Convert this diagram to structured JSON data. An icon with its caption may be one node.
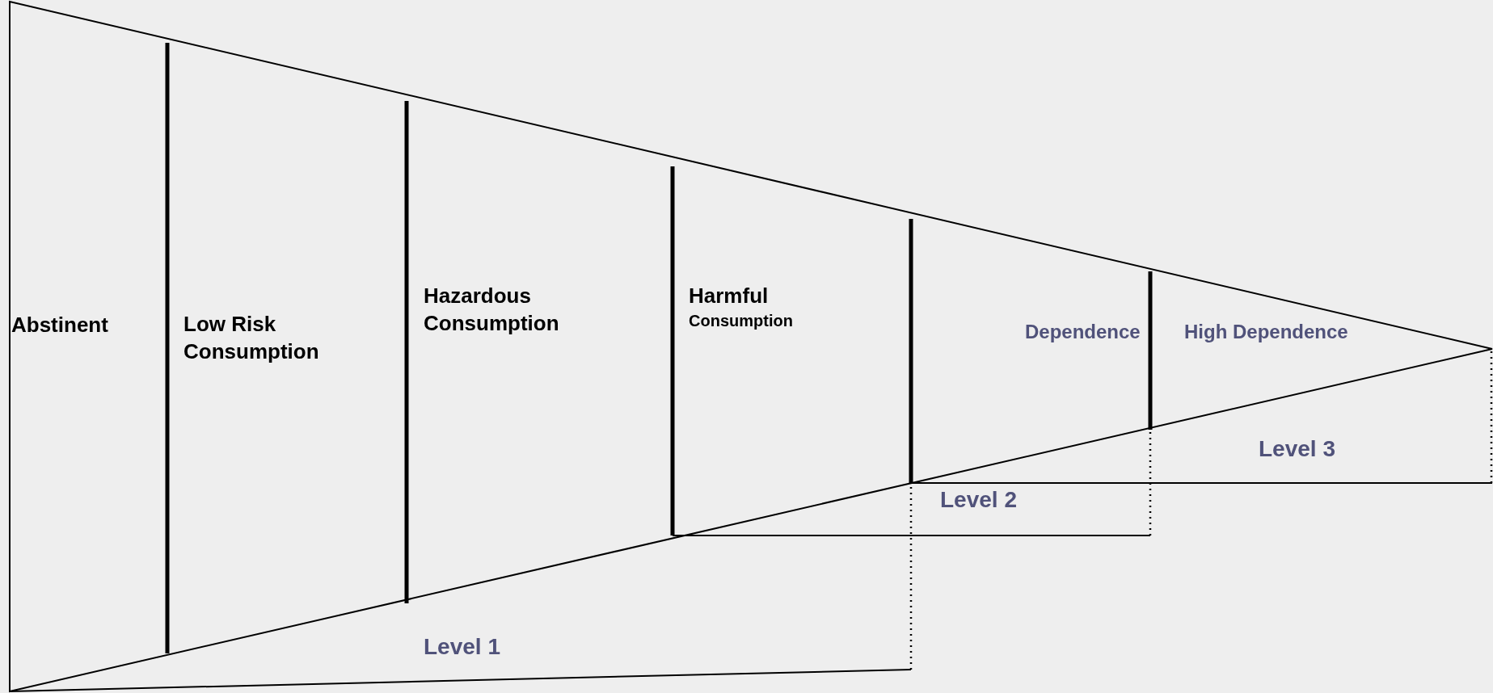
{
  "diagram": {
    "nodes": [
      {
        "text": [
          "Abstinent"
        ]
      },
      {
        "text": [
          "Low Risk Consumption"
        ]
      },
      {
        "text": [
          "Hazardous Consumption"
        ]
      },
      {
        "text": [
          "Harmful",
          "Consumption"
        ]
      },
      {
        "text": [
          "Dependence"
        ]
      },
      {
        "text": [
          "High Dependence"
        ]
      }
    ],
    "labels": [
      "Level 3",
      "Level 2",
      "Level 1"
    ]
  }
}
